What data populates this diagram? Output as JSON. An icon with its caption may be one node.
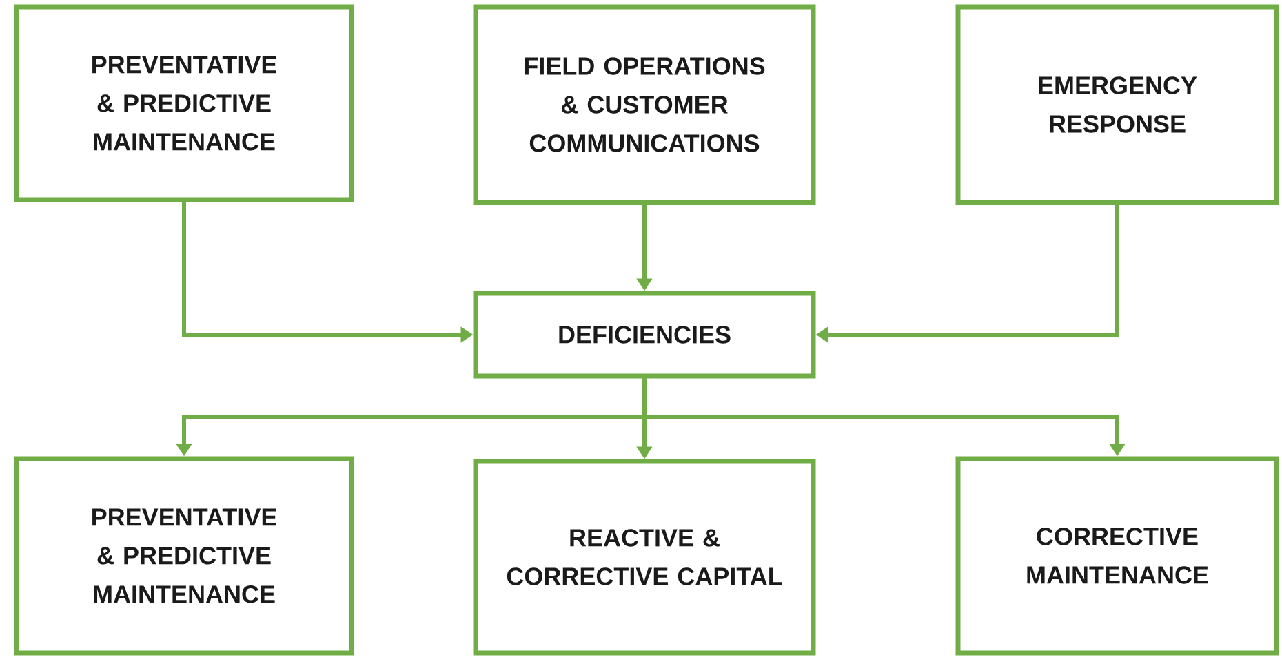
{
  "diagram": {
    "nodes": [
      {
        "text": [
          "PREVENTATIVE & PREDICTIVE MAINTENANCE"
        ]
      },
      {
        "text": [
          "FIELD OPERATIONS & CUSTOMER COMMUNICATIONS"
        ]
      },
      {
        "text": [
          "EMERGENCY RESPONSE"
        ]
      },
      {
        "text": [
          "DEFICIENCIES"
        ]
      },
      {
        "text": [
          "PREVENTATIVE & PREDICTIVE MAINTENANCE"
        ]
      },
      {
        "text": [
          "REACTIVE & CORRECTIVE CAPITAL"
        ]
      },
      {
        "text": [
          "CORRECTIVE MAINTENANCE"
        ]
      }
    ],
    "edges": [
      {
        "from": 0,
        "to": 3,
        "arrow": "to"
      },
      {
        "from": 1,
        "to": 3,
        "arrow": "to"
      },
      {
        "from": 2,
        "to": 3,
        "arrow": "to"
      },
      {
        "from": 3,
        "to": 4,
        "arrow": "to"
      },
      {
        "from": 3,
        "to": 5,
        "arrow": "to"
      },
      {
        "from": 3,
        "to": 6,
        "arrow": "to"
      }
    ]
  }
}
